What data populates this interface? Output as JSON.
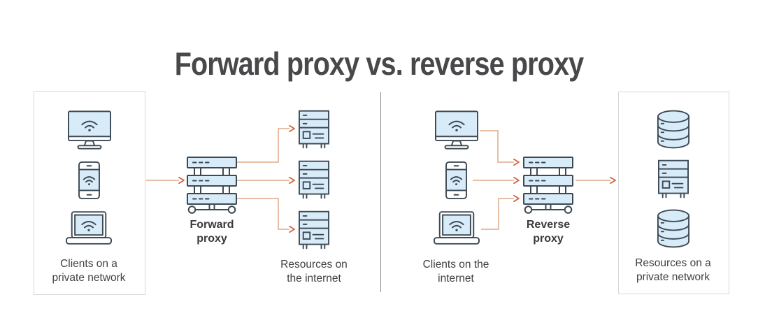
{
  "title": "Forward proxy vs. reverse proxy",
  "colors": {
    "title": "#48484b",
    "label": "#414144",
    "proxy_label": "#3a3a3d",
    "icon_stroke": "#3d4a54",
    "icon_fill": "#d8ebf9",
    "arrow_line": "#dfa88c",
    "arrow_head": "#d2673f",
    "box_border": "#d8d8d8",
    "divider": "#8c8c8c",
    "background": "#ffffff"
  },
  "forward": {
    "clients_label": "Clients on a private network",
    "proxy_label": "Forward proxy",
    "resources_label": "Resources on the internet",
    "client_icons": [
      "desktop-wifi",
      "smartphone-wifi",
      "laptop-wifi"
    ],
    "proxy_icon": "server-rack",
    "resource_icons": [
      "server",
      "server",
      "server"
    ]
  },
  "reverse": {
    "clients_label": "Clients on the internet",
    "proxy_label": "Reverse proxy",
    "resources_label": "Resources on a private network",
    "client_icons": [
      "desktop-wifi",
      "smartphone-wifi",
      "laptop-wifi"
    ],
    "proxy_icon": "server-rack",
    "resource_icons": [
      "database",
      "server",
      "database"
    ]
  }
}
